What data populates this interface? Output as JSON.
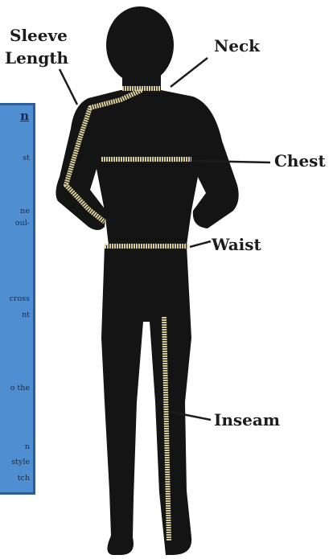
{
  "labels": {
    "sleeve_line1": "Sleeve",
    "sleeve_line2": "Length",
    "neck": "Neck",
    "chest": "Chest",
    "waist": "Waist",
    "inseam": "Inseam"
  },
  "panel": {
    "title": "n",
    "lines": [
      "st",
      "",
      "ne",
      "oul-",
      "",
      "",
      "cross",
      "nt",
      "",
      "",
      "",
      "o the",
      "",
      "",
      "n",
      "style",
      "tch"
    ]
  },
  "colors": {
    "silhouette": "#141414",
    "tape": "#d8cf9a",
    "tape_ticks": "#6b6a4e",
    "panel_bg": "#4f8fd1",
    "panel_border": "#2c5e9a",
    "label_text": "#1c1c1c"
  }
}
